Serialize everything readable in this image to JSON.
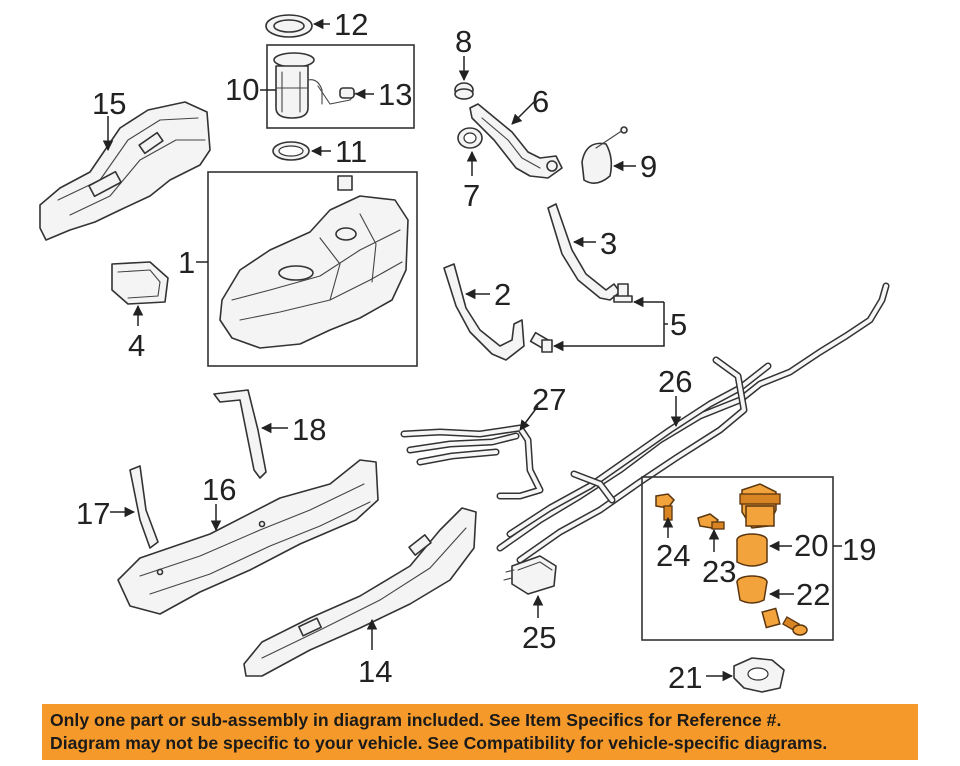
{
  "callouts": {
    "c1": "1",
    "c2": "2",
    "c3": "3",
    "c4": "4",
    "c5": "5",
    "c6": "6",
    "c7": "7",
    "c8": "8",
    "c9": "9",
    "c10": "10",
    "c11": "11",
    "c12": "12",
    "c13": "13",
    "c14": "14",
    "c15": "15",
    "c16": "16",
    "c17": "17",
    "c18": "18",
    "c19": "19",
    "c20": "20",
    "c21": "21",
    "c22": "22",
    "c23": "23",
    "c24": "24",
    "c25": "25",
    "c26": "26",
    "c27": "27"
  },
  "disclaimer": {
    "line1": "Only one part or sub-assembly in diagram included. See Item Specifics for Reference #.",
    "line2": "Diagram may not be specific to your vehicle. See Compatibility for vehicle-specific diagrams."
  },
  "colors": {
    "banner": "#f59a2a",
    "highlighted_parts": "#f2a33b",
    "line_art": "#333333"
  }
}
